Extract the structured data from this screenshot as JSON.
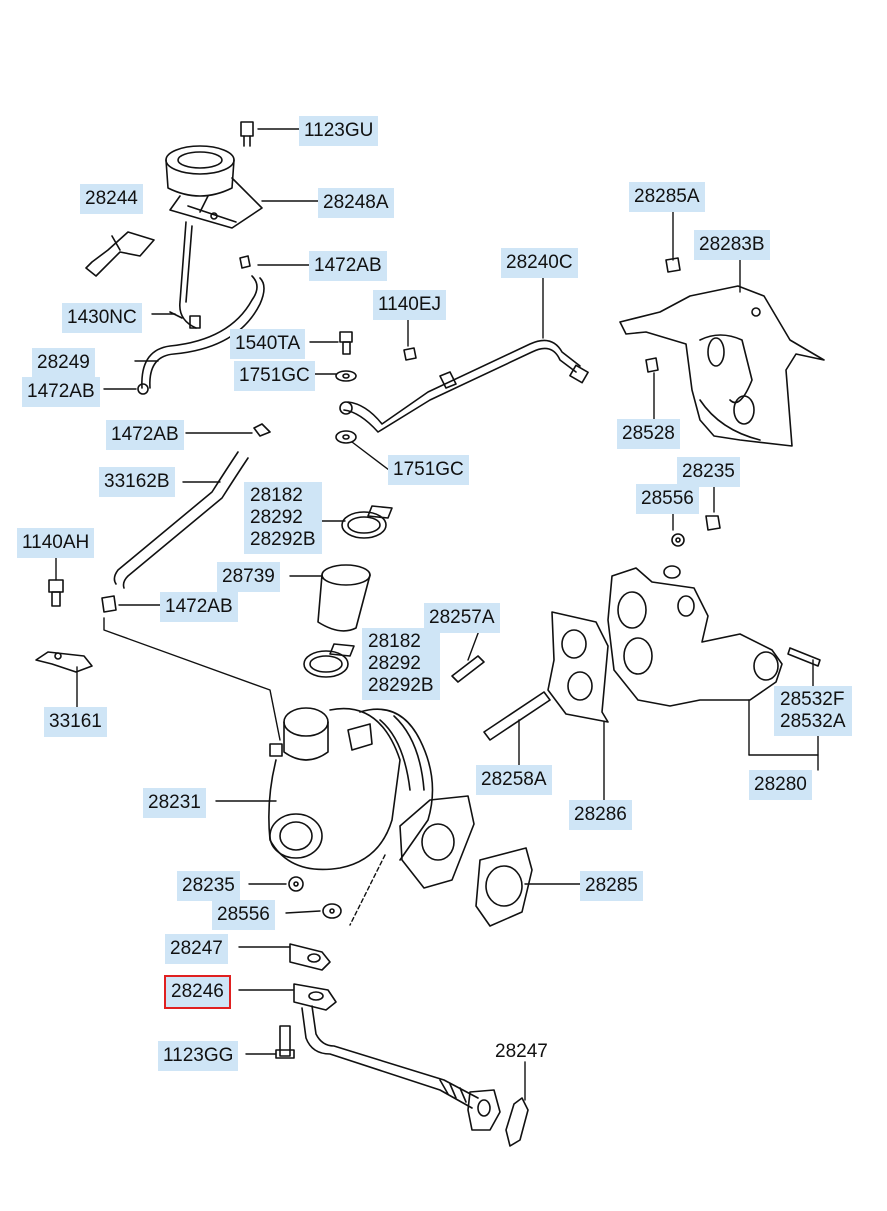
{
  "callouts": {
    "c1123GU": "1123GU",
    "c28248A": "28248A",
    "c28244": "28244",
    "c1472AB_a": "1472AB",
    "c28240C": "28240C",
    "c28285A": "28285A",
    "c28283B": "28283B",
    "c1140EJ": "1140EJ",
    "c1430NC": "1430NC",
    "c1540TA": "1540TA",
    "c28249": "28249",
    "c1751GC_a": "1751GC",
    "c1472AB_b": "1472AB",
    "c28528": "28528",
    "c1472AB_c": "1472AB",
    "c1751GC_b": "1751GC",
    "c28235_a": "28235",
    "c33162B": "33162B",
    "c28556_a": "28556",
    "clamp_top": [
      "28182",
      "28292",
      "28292B"
    ],
    "c1140AH": "1140AH",
    "c28739": "28739",
    "c1472AB_d": "1472AB",
    "c28257A": "28257A",
    "clamp_bottom": [
      "28182",
      "28292",
      "28292B"
    ],
    "c28532": [
      "28532F",
      "28532A"
    ],
    "c33161": "33161",
    "c28258A": "28258A",
    "c28280": "28280",
    "c28231": "28231",
    "c28286": "28286",
    "c28285": "28285",
    "c28235_b": "28235",
    "c28556_b": "28556",
    "c28247_a": "28247",
    "c28246": "28246",
    "c28247_b": "28247",
    "c1123GG": "1123GG"
  },
  "selected_part": "28246",
  "colors": {
    "label_bg": "#cfe5f6",
    "selected_outline": "#e02020",
    "line": "#111111"
  }
}
